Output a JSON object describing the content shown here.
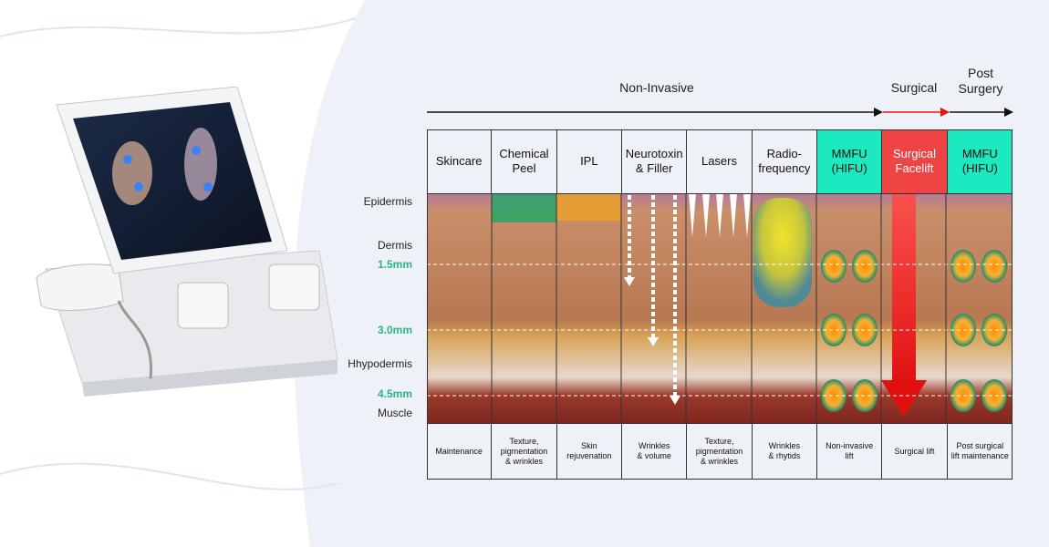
{
  "phases": {
    "non_invasive": "Non-Invasive",
    "surgical": "Surgical",
    "post_surgery_line1": "Post",
    "post_surgery_line2": "Surgery"
  },
  "layers": {
    "epidermis": "Epidermis",
    "dermis": "Dermis",
    "hypodermis": "Hhypodermis",
    "muscle": "Muscle"
  },
  "depths": {
    "d1": "1.5mm",
    "d2": "3.0mm",
    "d3": "4.5mm"
  },
  "columns": [
    {
      "head": [
        "Skincare"
      ],
      "foot": [
        "Maintenance"
      ]
    },
    {
      "head": [
        "Chemical",
        "Peel"
      ],
      "foot": [
        "Texture,",
        "pigmentation",
        "& wrinkles"
      ]
    },
    {
      "head": [
        "IPL"
      ],
      "foot": [
        "Skin",
        "rejuvenation"
      ]
    },
    {
      "head": [
        "Neurotoxin",
        "& Filler"
      ],
      "foot": [
        "Wrinkles",
        "& volume"
      ]
    },
    {
      "head": [
        "Lasers"
      ],
      "foot": [
        "Texture,",
        "pigmentation",
        "& wrinkles"
      ]
    },
    {
      "head": [
        "Radio-",
        "frequency"
      ],
      "foot": [
        "Wrinkles",
        "& rhytids"
      ]
    },
    {
      "head": [
        "MMFU",
        "(HIFU)"
      ],
      "foot": [
        "Non-invasive",
        "lift"
      ]
    },
    {
      "head": [
        "Surgical",
        "Facelift"
      ],
      "foot": [
        "Surgical lift"
      ]
    },
    {
      "head": [
        "MMFU",
        "(HIFU)"
      ],
      "foot": [
        "Post surgical",
        "lift maintenance"
      ]
    }
  ],
  "colors": {
    "hifu": "#1de9c0",
    "surgical": "#ef4444",
    "depth": "#2bb38c"
  }
}
